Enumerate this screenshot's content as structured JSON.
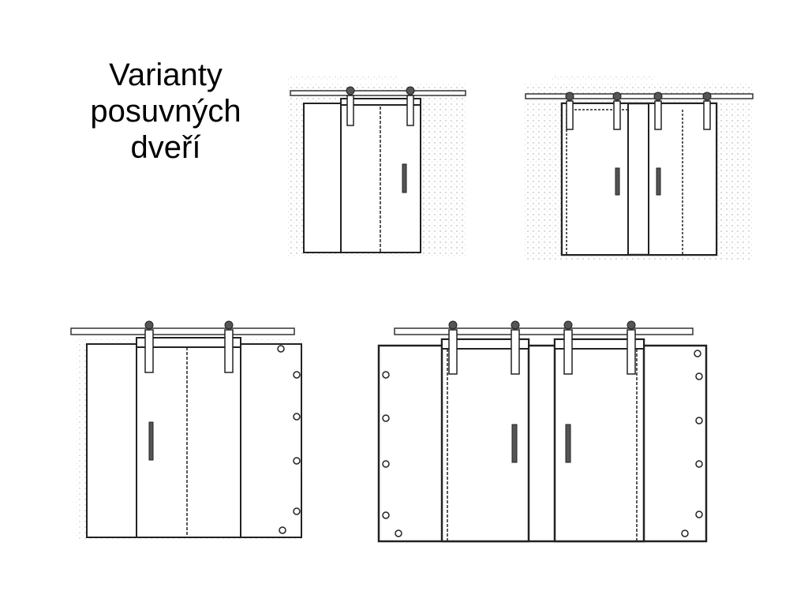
{
  "slide": {
    "title_lines": [
      "Varianty",
      "posuvných",
      "dveří"
    ]
  },
  "drawings": [
    {
      "name": "single-door-small"
    },
    {
      "name": "double-door-small"
    },
    {
      "name": "single-door-large"
    },
    {
      "name": "double-door-large"
    }
  ]
}
